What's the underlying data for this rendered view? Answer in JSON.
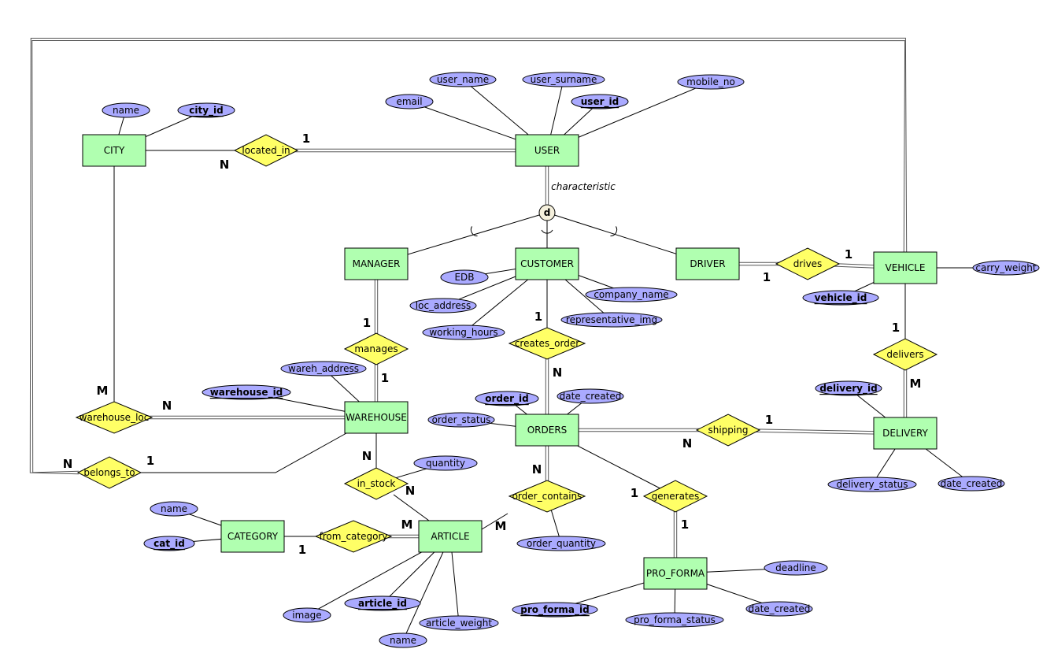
{
  "diagram": {
    "specialization_label": "characteristic",
    "disjoint_symbol": "d",
    "entities": [
      {
        "id": "city",
        "label": "CITY"
      },
      {
        "id": "user",
        "label": "USER"
      },
      {
        "id": "manager",
        "label": "MANAGER"
      },
      {
        "id": "customer",
        "label": "CUSTOMER"
      },
      {
        "id": "driver",
        "label": "DRIVER"
      },
      {
        "id": "vehicle",
        "label": "VEHICLE"
      },
      {
        "id": "warehouse",
        "label": "WAREHOUSE"
      },
      {
        "id": "orders",
        "label": "ORDERS"
      },
      {
        "id": "delivery",
        "label": "DELIVERY"
      },
      {
        "id": "category",
        "label": "CATEGORY"
      },
      {
        "id": "article",
        "label": "ARTICLE"
      },
      {
        "id": "pro_forma",
        "label": "PRO_FORMA"
      }
    ],
    "relationships": [
      {
        "id": "located_in",
        "label": "located_in"
      },
      {
        "id": "manages",
        "label": "manages"
      },
      {
        "id": "creates_order",
        "label": "creates_order"
      },
      {
        "id": "drives",
        "label": "drives"
      },
      {
        "id": "delivers",
        "label": "delivers"
      },
      {
        "id": "warehouse_loc",
        "label": "warehouse_loc"
      },
      {
        "id": "belongs_to",
        "label": "belongs_to"
      },
      {
        "id": "in_stock",
        "label": "in_stock"
      },
      {
        "id": "shipping",
        "label": "shipping"
      },
      {
        "id": "order_contains",
        "label": "order_contains"
      },
      {
        "id": "generates",
        "label": "generates"
      },
      {
        "id": "from_category",
        "label": "from_category"
      }
    ],
    "attributes": [
      {
        "id": "city_name",
        "owner": "city",
        "label": "name",
        "key": false
      },
      {
        "id": "city_id",
        "owner": "city",
        "label": "city_id",
        "key": true
      },
      {
        "id": "email",
        "owner": "user",
        "label": "email",
        "key": false
      },
      {
        "id": "user_name",
        "owner": "user",
        "label": "user_name",
        "key": false
      },
      {
        "id": "user_surname",
        "owner": "user",
        "label": "user_surname",
        "key": false
      },
      {
        "id": "user_id",
        "owner": "user",
        "label": "user_id",
        "key": true
      },
      {
        "id": "mobile_no",
        "owner": "user",
        "label": "mobile_no",
        "key": false
      },
      {
        "id": "edb",
        "owner": "customer",
        "label": "EDB",
        "key": false
      },
      {
        "id": "loc_address",
        "owner": "customer",
        "label": "loc_address",
        "key": false
      },
      {
        "id": "working_hours",
        "owner": "customer",
        "label": "working_hours",
        "key": false
      },
      {
        "id": "company_name",
        "owner": "customer",
        "label": "company_name",
        "key": false
      },
      {
        "id": "representative_img",
        "owner": "customer",
        "label": "representative_img",
        "key": false
      },
      {
        "id": "carry_weight",
        "owner": "vehicle",
        "label": "carry_weight",
        "key": false
      },
      {
        "id": "vehicle_id",
        "owner": "vehicle",
        "label": "vehicle_id",
        "key": true
      },
      {
        "id": "wareh_address",
        "owner": "warehouse",
        "label": "wareh_address",
        "key": false
      },
      {
        "id": "warehouse_id",
        "owner": "warehouse",
        "label": "warehouse_id",
        "key": true
      },
      {
        "id": "order_id",
        "owner": "orders",
        "label": "order_id",
        "key": true
      },
      {
        "id": "orders_date_created",
        "owner": "orders",
        "label": "date_created",
        "key": false
      },
      {
        "id": "order_status",
        "owner": "orders",
        "label": "order_status",
        "key": false
      },
      {
        "id": "delivery_id",
        "owner": "delivery",
        "label": "delivery_id",
        "key": true
      },
      {
        "id": "delivery_status",
        "owner": "delivery",
        "label": "delivery_status",
        "key": false
      },
      {
        "id": "delivery_date_created",
        "owner": "delivery",
        "label": "date_created",
        "key": false
      },
      {
        "id": "quantity",
        "owner": "in_stock",
        "label": "quantity",
        "key": false
      },
      {
        "id": "order_quantity",
        "owner": "order_contains",
        "label": "order_quantity",
        "key": false
      },
      {
        "id": "category_name",
        "owner": "category",
        "label": "name",
        "key": false
      },
      {
        "id": "cat_id",
        "owner": "category",
        "label": "cat_id",
        "key": true
      },
      {
        "id": "image",
        "owner": "article",
        "label": "image",
        "key": false
      },
      {
        "id": "article_id",
        "owner": "article",
        "label": "article_id",
        "key": true
      },
      {
        "id": "article_name",
        "owner": "article",
        "label": "name",
        "key": false
      },
      {
        "id": "article_weight",
        "owner": "article",
        "label": "article_weight",
        "key": false
      },
      {
        "id": "deadline",
        "owner": "pro_forma",
        "label": "deadline",
        "key": false
      },
      {
        "id": "pro_forma_id",
        "owner": "pro_forma",
        "label": "pro_forma_id",
        "key": true
      },
      {
        "id": "pro_forma_status",
        "owner": "pro_forma",
        "label": "pro_forma_status",
        "key": false
      },
      {
        "id": "pf_date_created",
        "owner": "pro_forma",
        "label": "date_created",
        "key": false
      }
    ],
    "cardinalities": [
      "1",
      "N",
      "1",
      "1",
      "1",
      "N",
      "1",
      "1",
      "1",
      "M",
      "M",
      "N",
      "N",
      "1",
      "N",
      "N",
      "M",
      "M",
      "1",
      "N",
      "1",
      "1",
      "N",
      "1"
    ]
  }
}
